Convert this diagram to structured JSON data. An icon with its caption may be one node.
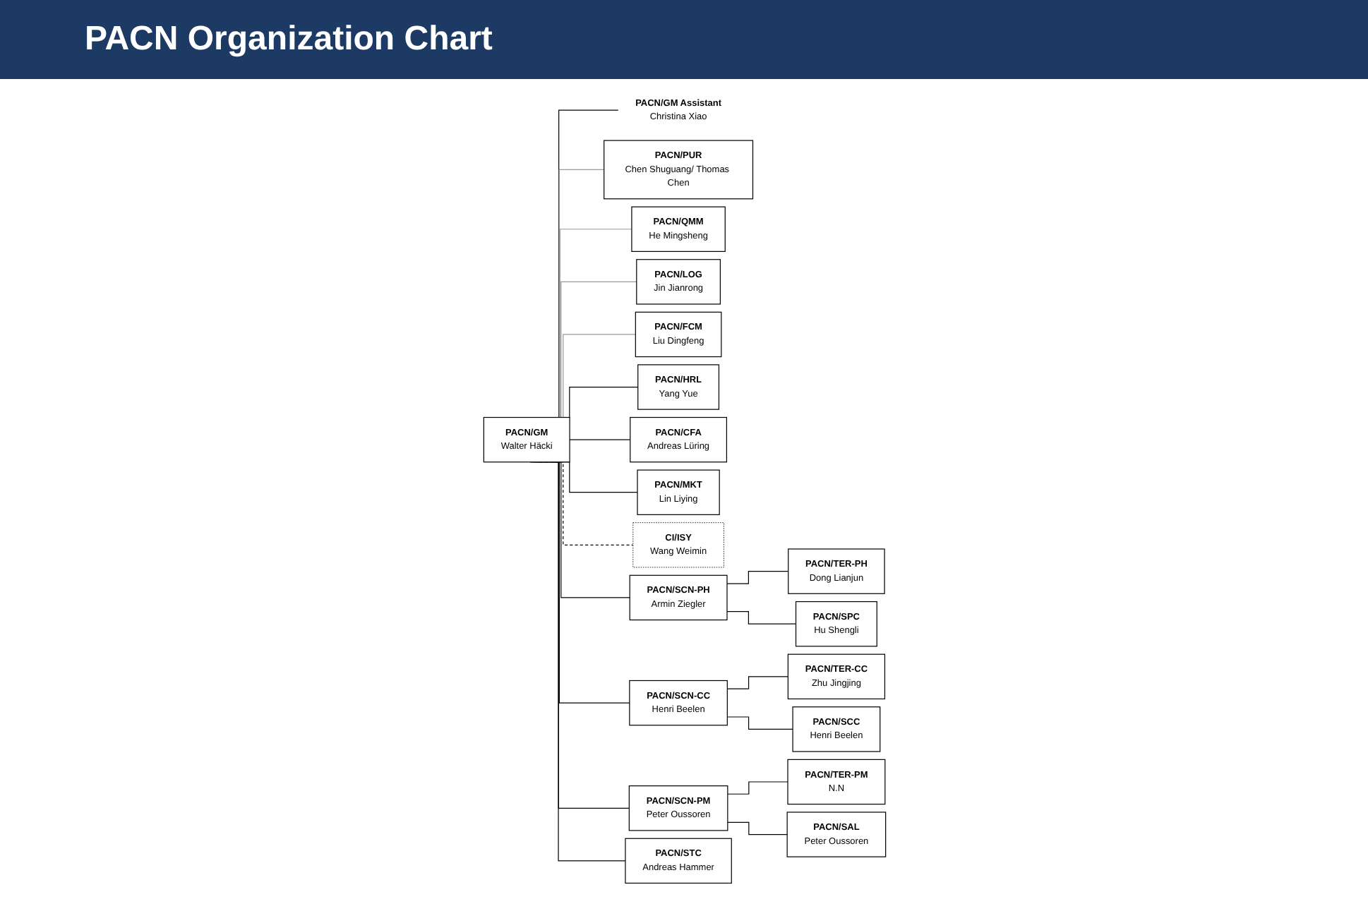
{
  "diagram": {
    "title": "PACN Organization Chart",
    "nodes": [
      {
        "text": [
          "PACN/GM",
          "Walter Häcki"
        ]
      },
      {
        "text": [
          "PACN/GM Assistant",
          "Christina Xiao"
        ]
      },
      {
        "text": [
          "PACN/PUR",
          "Chen Shuguang/ Thomas Chen"
        ]
      },
      {
        "text": [
          "PACN/QMM",
          "He Mingsheng"
        ]
      },
      {
        "text": [
          "PACN/LOG",
          "Jin Jianrong"
        ]
      },
      {
        "text": [
          "PACN/FCM",
          "Liu Dingfeng"
        ]
      },
      {
        "text": [
          "PACN/HRL",
          "Yang Yue"
        ]
      },
      {
        "text": [
          "PACN/CFA",
          "Andreas Lüring"
        ]
      },
      {
        "text": [
          "PACN/MKT",
          "Lin Liying"
        ]
      },
      {
        "text": [
          "CI/ISY",
          "Wang Weimin"
        ]
      },
      {
        "text": [
          "PACN/SCN-PH",
          "Armin Ziegler"
        ]
      },
      {
        "text": [
          "PACN/TER-PH",
          "Dong Lianjun"
        ]
      },
      {
        "text": [
          "PACN/SPC",
          "Hu Shengli"
        ]
      },
      {
        "text": [
          "PACN/SCN-CC",
          "Henri Beelen"
        ]
      },
      {
        "text": [
          "PACN/TER-CC",
          "Zhu Jingjing"
        ]
      },
      {
        "text": [
          "PACN/SCC",
          "Henri Beelen"
        ]
      },
      {
        "text": [
          "PACN/SCN-PM",
          "Peter Oussoren"
        ]
      },
      {
        "text": [
          "PACN/TER-PM",
          "N.N"
        ]
      },
      {
        "text": [
          "PACN/SAL",
          "Peter Oussoren"
        ]
      },
      {
        "text": [
          "PACN/STC",
          "Andreas Hammer"
        ]
      }
    ],
    "edges": [
      {
        "from": 0,
        "to": 1,
        "arrow": "none"
      },
      {
        "from": 0,
        "to": 2,
        "arrow": "none",
        "color": "#999999"
      },
      {
        "from": 0,
        "to": 3,
        "arrow": "none",
        "color": "#999999"
      },
      {
        "from": 0,
        "to": 4,
        "arrow": "none",
        "color": "#999999"
      },
      {
        "from": 0,
        "to": 5,
        "arrow": "none",
        "color": "#999999"
      },
      {
        "from": 0,
        "to": 6,
        "arrow": "none"
      },
      {
        "from": 0,
        "to": 7,
        "arrow": "none"
      },
      {
        "from": 0,
        "to": 8,
        "arrow": "none"
      },
      {
        "from": 0,
        "to": 9,
        "arrow": "none",
        "style": "dashed"
      },
      {
        "from": 0,
        "to": 10,
        "arrow": "none"
      },
      {
        "from": 10,
        "to": 11,
        "arrow": "none"
      },
      {
        "from": 10,
        "to": 12,
        "arrow": "none"
      },
      {
        "from": 0,
        "to": 13,
        "arrow": "none"
      },
      {
        "from": 13,
        "to": 14,
        "arrow": "none"
      },
      {
        "from": 13,
        "to": 15,
        "arrow": "none"
      },
      {
        "from": 0,
        "to": 16,
        "arrow": "none"
      },
      {
        "from": 16,
        "to": 17,
        "arrow": "none"
      },
      {
        "from": 16,
        "to": 18,
        "arrow": "none"
      },
      {
        "from": 0,
        "to": 19,
        "arrow": "none"
      }
    ]
  }
}
